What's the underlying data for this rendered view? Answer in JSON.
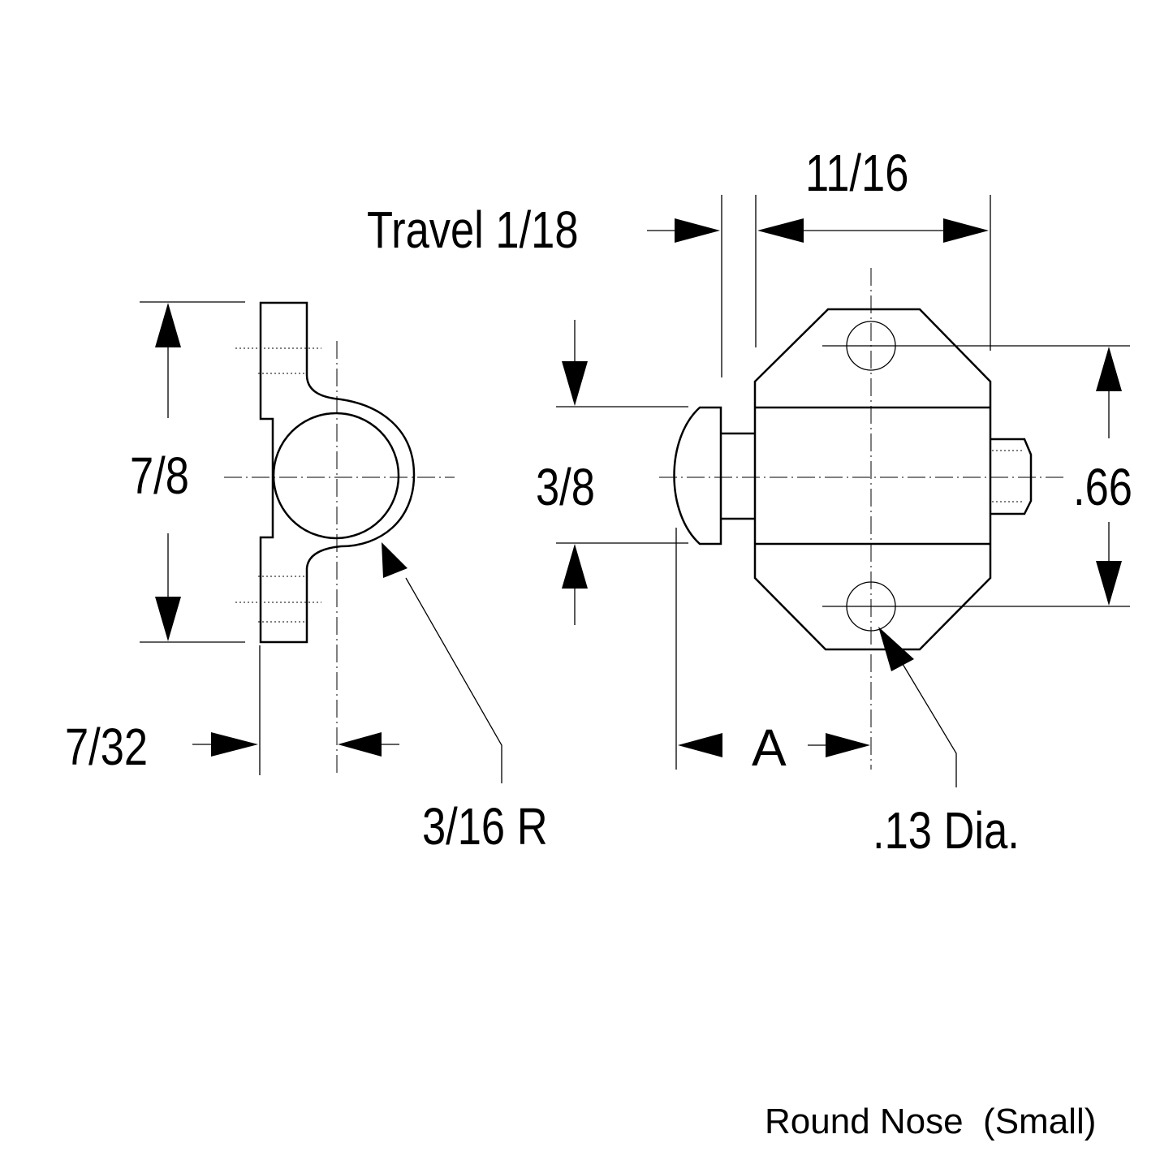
{
  "labels": {
    "height_left": "7/8",
    "offset_left": "7/32",
    "radius": "3/16 R",
    "travel": "Travel 1/18",
    "width_top": "11/16",
    "nose_height": "3/8",
    "hole_spacing": ".66",
    "dim_a": "A",
    "hole_dia": ".13 Dia."
  },
  "caption": "Round Nose  (Small)"
}
